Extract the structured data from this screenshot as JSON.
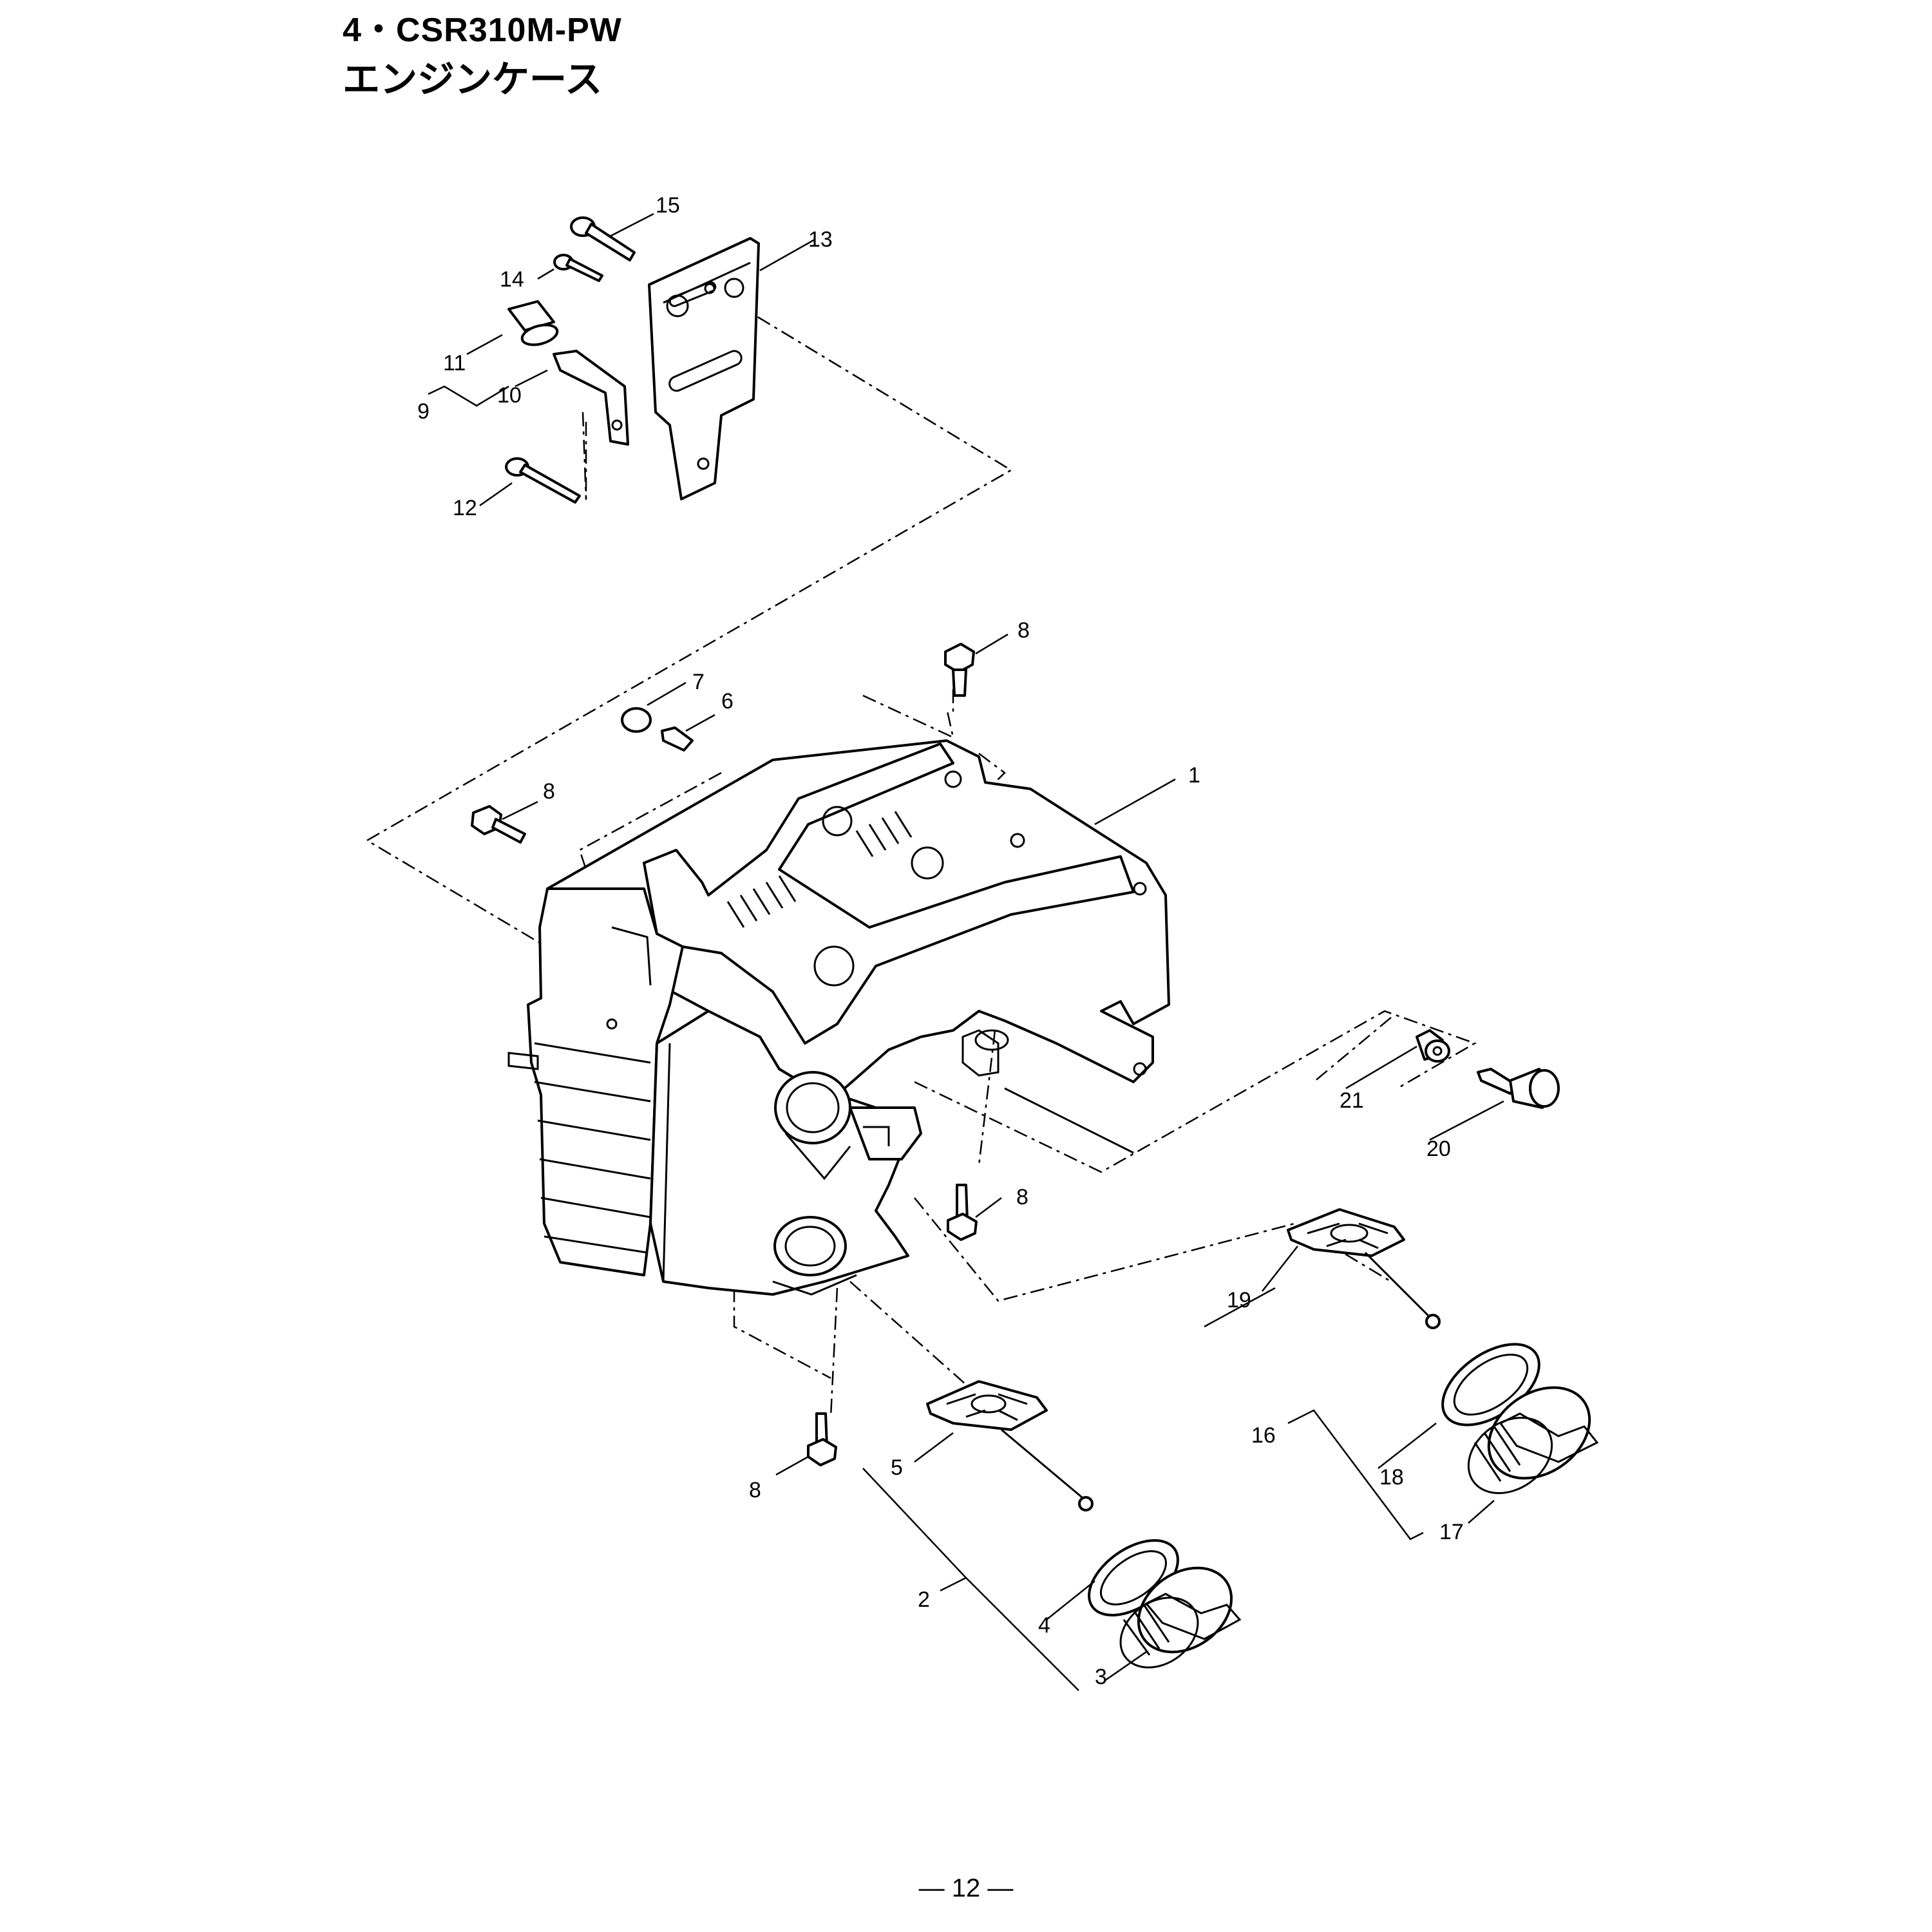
{
  "header": {
    "title": "4・CSR310M-PW",
    "subtitle": "エンジンケース"
  },
  "footer": {
    "page": "— 12 —"
  },
  "callouts": [
    "1",
    "2",
    "3",
    "4",
    "5",
    "6",
    "7",
    "8",
    "8",
    "8",
    "8",
    "9",
    "10",
    "11",
    "12",
    "13",
    "14",
    "15",
    "16",
    "17",
    "18",
    "19",
    "20",
    "21"
  ]
}
